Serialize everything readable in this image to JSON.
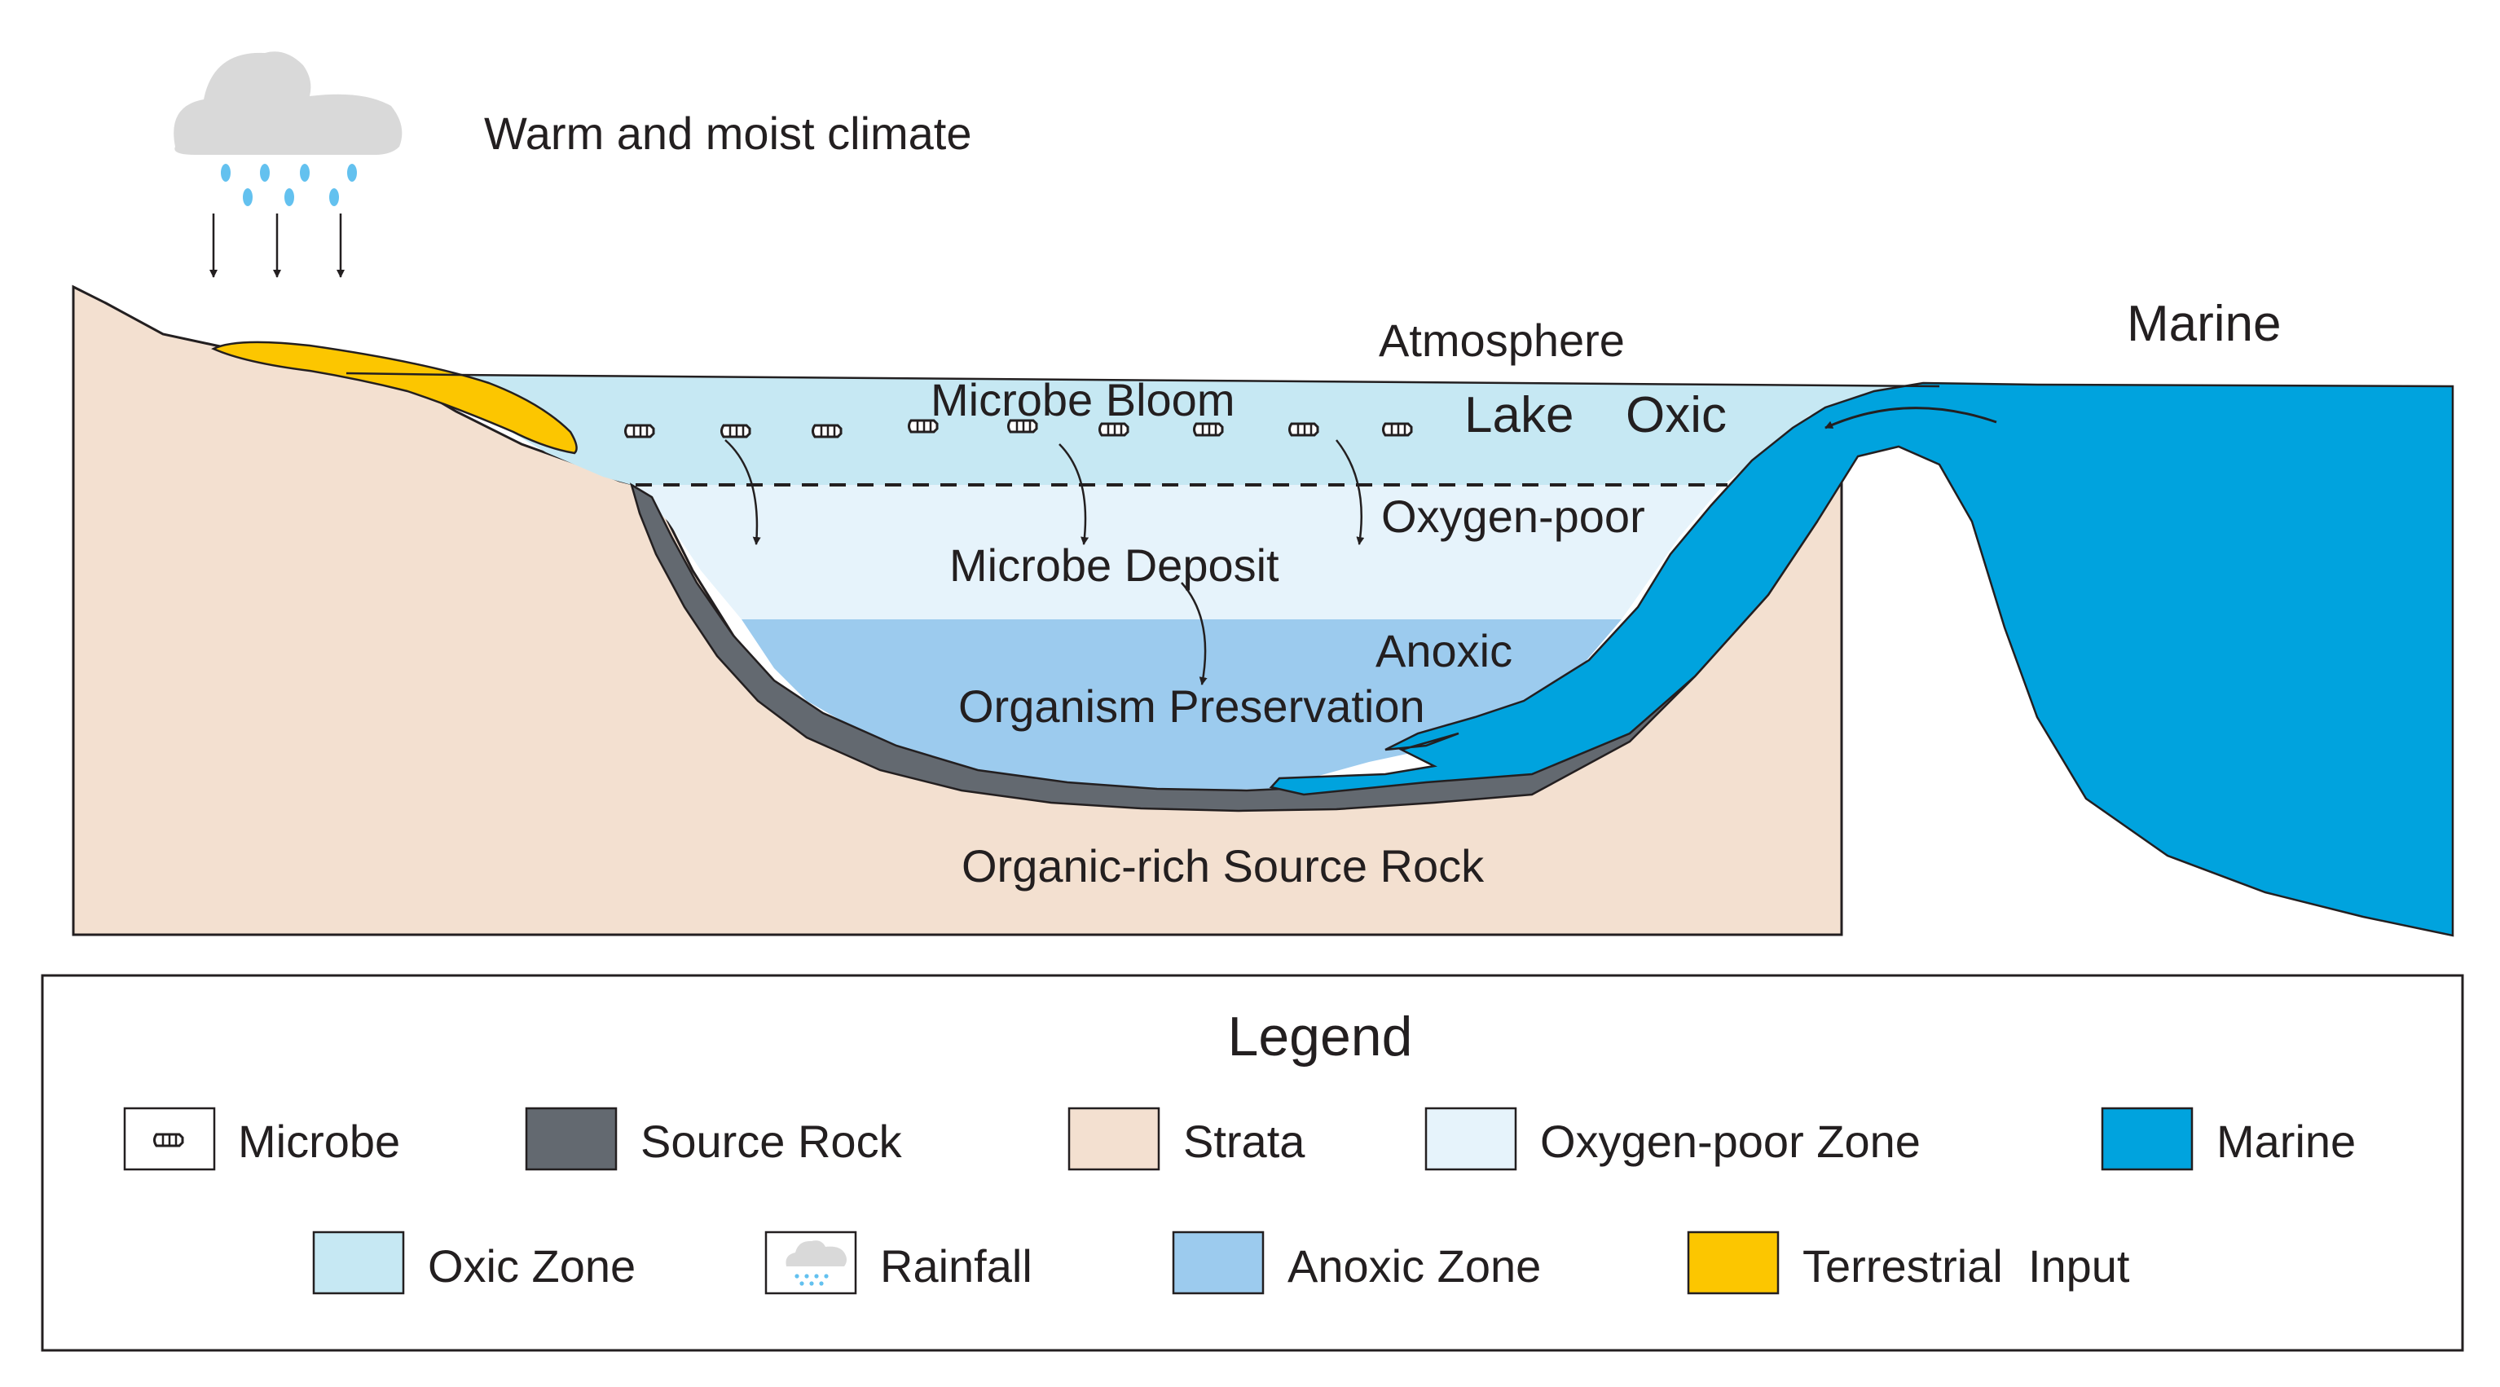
{
  "diagram": {
    "labels": {
      "climate": "Warm and moist climate",
      "atmosphere": "Atmosphere",
      "marine": "Marine",
      "microbe_bloom": "Microbe Bloom",
      "lake": "Lake",
      "oxic": "Oxic",
      "oxygen_poor": "Oxygen-poor",
      "microbe_deposit": "Microbe Deposit",
      "anoxic": "Anoxic",
      "organism_preservation": "Organism Preservation",
      "source_rock": "Organic-rich Source Rock"
    },
    "colors": {
      "strata": "#f3e0d0",
      "source_rock": "#636970",
      "oxic_zone": "#c6e8f3",
      "oxygen_poor_zone": "#e6f3fb",
      "anoxic_zone": "#9ccbee",
      "marine": "#00a3de",
      "terrestrial_input": "#fcc600",
      "cloud": "#d9d9d9",
      "rain": "#63c1ef"
    }
  },
  "legend": {
    "title": "Legend",
    "items": [
      {
        "key": "microbe",
        "label": "Microbe"
      },
      {
        "key": "source_rock",
        "label": "Source Rock"
      },
      {
        "key": "strata",
        "label": "Strata"
      },
      {
        "key": "oxygen_poor_zone",
        "label": "Oxygen-poor Zone"
      },
      {
        "key": "marine",
        "label": "Marine"
      },
      {
        "key": "oxic_zone",
        "label": "Oxic Zone"
      },
      {
        "key": "rainfall",
        "label": "Rainfall"
      },
      {
        "key": "anoxic_zone",
        "label": "Anoxic Zone"
      },
      {
        "key": "terrestrial_input",
        "label": "Terrestrial  Input"
      }
    ]
  }
}
